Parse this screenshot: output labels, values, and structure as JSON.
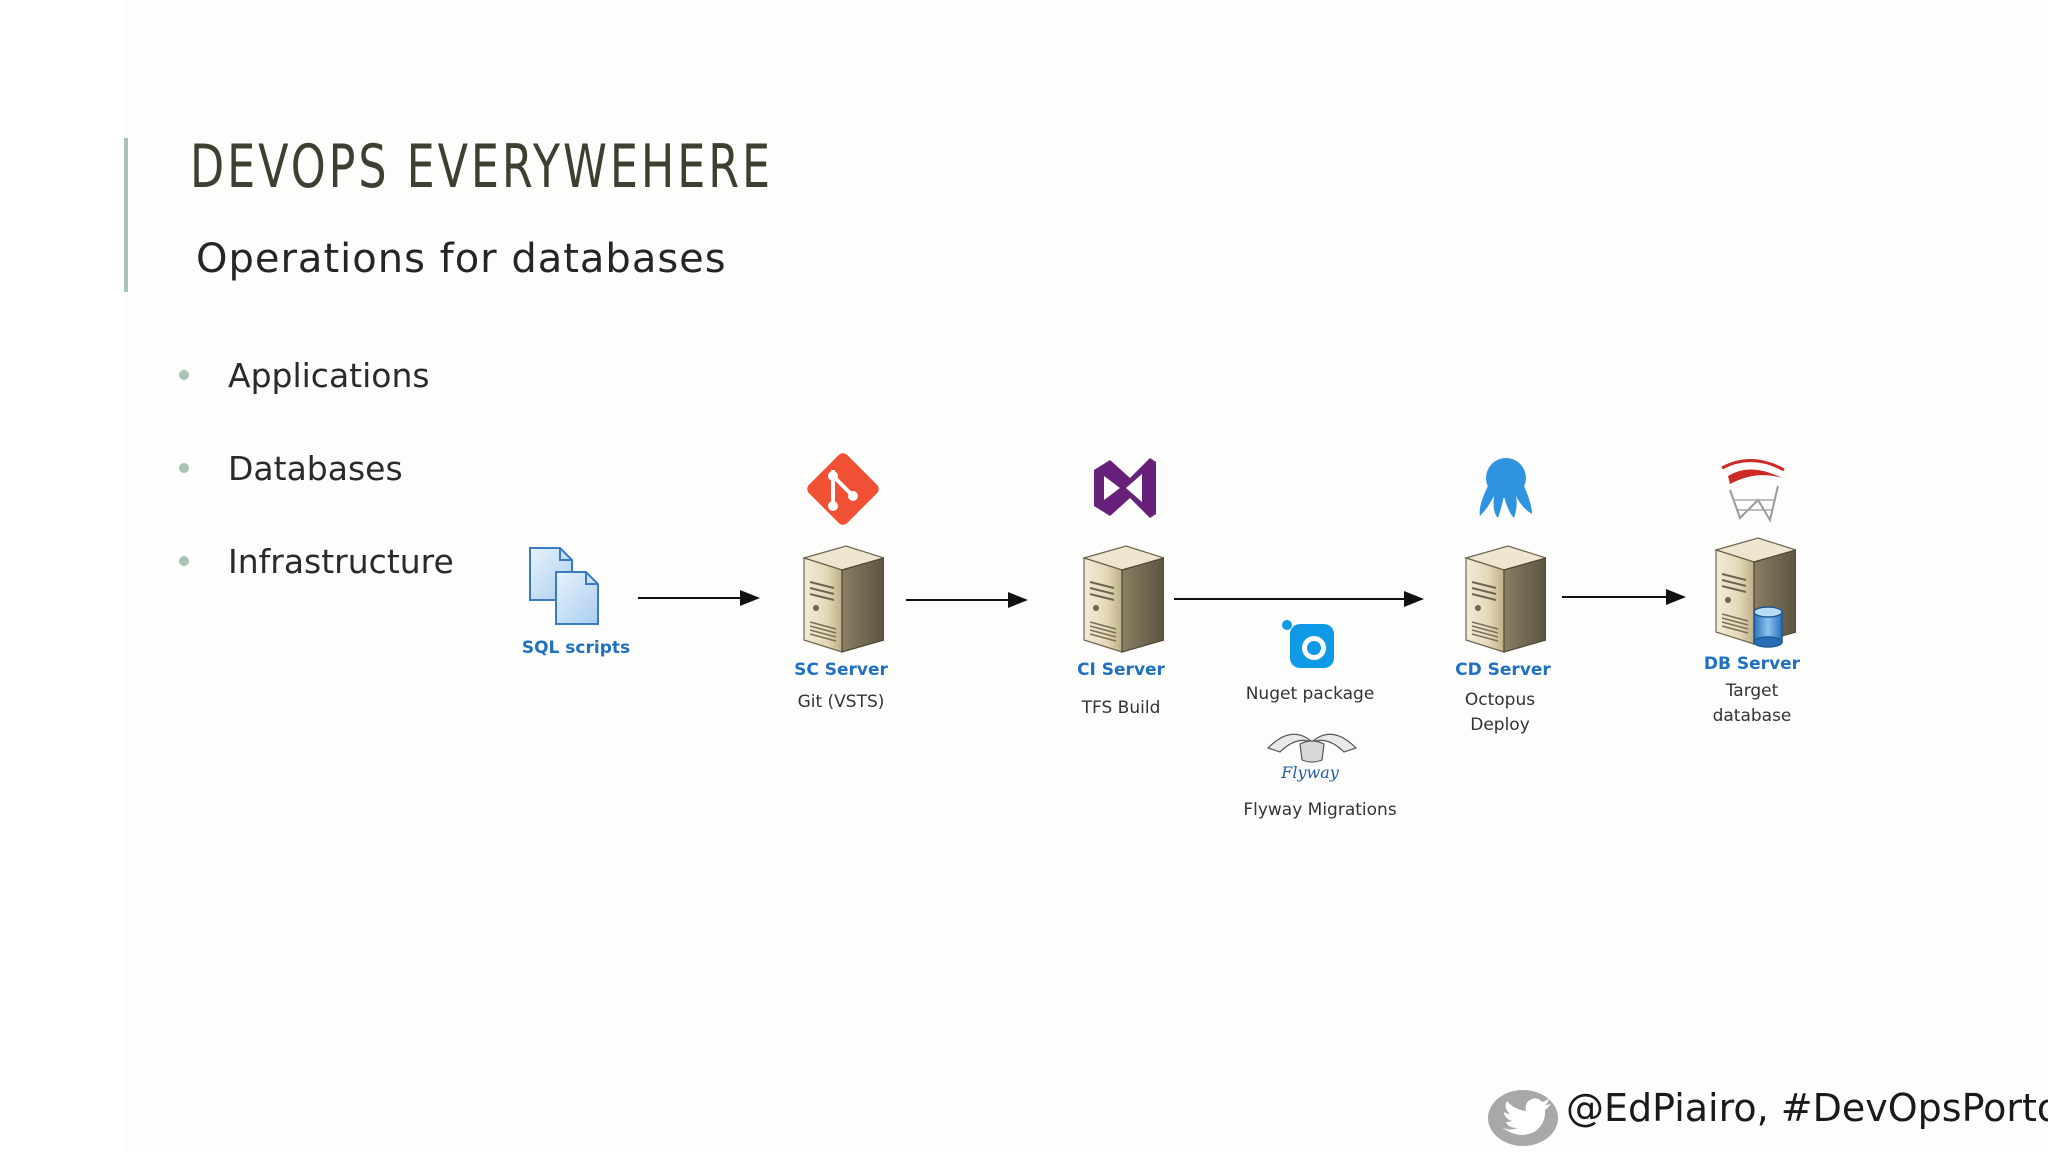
{
  "slide": {
    "title": "DEVOPS EVERYWEHERE",
    "subtitle": "Operations for databases",
    "bullets": [
      {
        "label": "Applications"
      },
      {
        "label": "Databases"
      },
      {
        "label": "Infrastructure"
      }
    ],
    "footer": "@EdPiairo, #DevOpsPorto"
  },
  "diagram": {
    "sql_scripts": {
      "label": "SQL scripts"
    },
    "sc_server": {
      "title": "SC Server",
      "detail": "Git (VSTS)",
      "icon": "git-icon"
    },
    "ci_server": {
      "title": "CI Server",
      "detail": "TFS Build",
      "icon": "visual-studio-icon"
    },
    "package": {
      "label": "Nuget package",
      "icon": "nuget-icon"
    },
    "flyway": {
      "logo_text": "Flyway",
      "label": "Flyway Migrations"
    },
    "cd_server": {
      "title": "CD Server",
      "detail_line1": "Octopus",
      "detail_line2": "Deploy",
      "icon": "octopus-icon"
    },
    "db_server": {
      "title": "DB Server",
      "detail_line1": "Target",
      "detail_line2": "database",
      "icon": "sql-server-icon"
    },
    "colors": {
      "label_blue": "#1f70c1",
      "git_orange": "#f05033",
      "vs_purple": "#68217a",
      "octopus_blue": "#2f93e0",
      "nuget_blue": "#0f9ae8",
      "sql_red": "#cc2927",
      "accent_green": "#a9c3b4"
    }
  }
}
